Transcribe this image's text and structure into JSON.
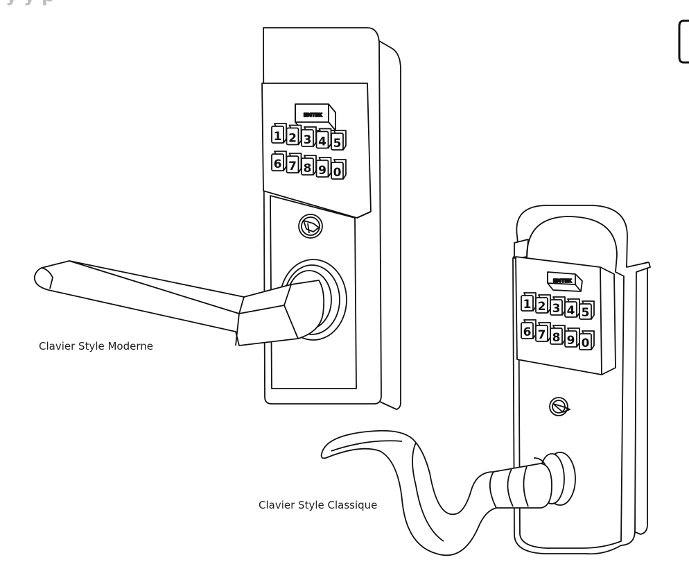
{
  "header": {
    "partial_text": "y                 y          p"
  },
  "locks": [
    {
      "caption": "Clavier Style Moderne",
      "brand": "EMTEK",
      "keys_row1": [
        "1",
        "2",
        "3",
        "4",
        "5"
      ],
      "keys_row2": [
        "6",
        "7",
        "8",
        "9",
        "0"
      ]
    },
    {
      "caption": "Clavier Style Classique",
      "brand": "EMTEK",
      "keys_row1": [
        "1",
        "2",
        "3",
        "4",
        "5"
      ],
      "keys_row2": [
        "6",
        "7",
        "8",
        "9",
        "0"
      ]
    }
  ],
  "colors": {
    "line": "#111111",
    "background": "#ffffff",
    "header_text": "#bdbdbd"
  }
}
